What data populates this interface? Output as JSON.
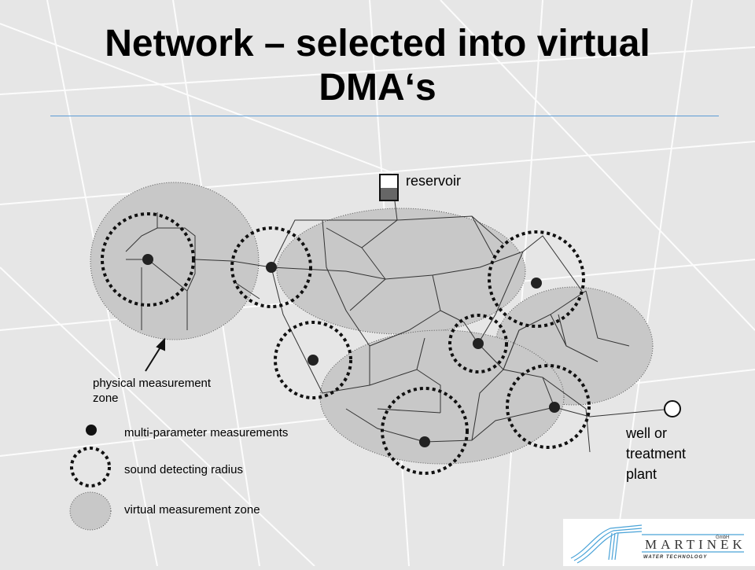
{
  "title": {
    "line1": "Network – selected into virtual",
    "line2": "DMA‘s"
  },
  "labels": {
    "reservoir": "reservoir",
    "well_line1": "well or",
    "well_line2": "treatment",
    "well_line3": "plant",
    "physical_line1": "physical measurement",
    "physical_line2": "zone"
  },
  "legend": [
    {
      "symbol": "filled-dot",
      "label": "multi-parameter measurements"
    },
    {
      "symbol": "dotted-circle",
      "label": "sound detecting radius"
    },
    {
      "symbol": "gray-zone",
      "label": "virtual measurement zone"
    }
  ],
  "logo": {
    "name": "MARTINEK",
    "suffix": "GmbH",
    "tagline": "WATER TECHNOLOGY"
  },
  "colors": {
    "zone_fill": "#c8c8c8",
    "accent_rule": "#5b9bd5",
    "point": "#222222"
  }
}
